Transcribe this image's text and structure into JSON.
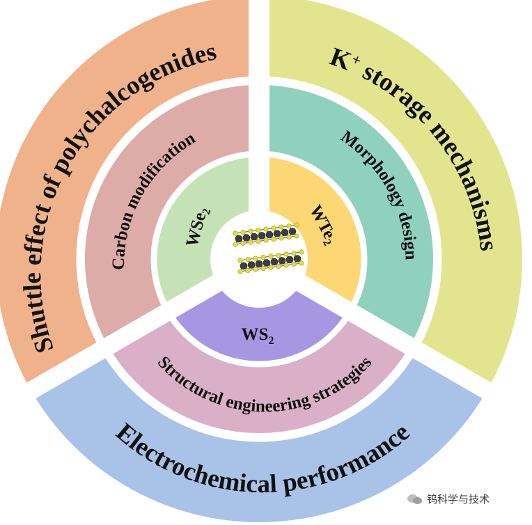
{
  "colors": {
    "outer_left": "#F0B28A",
    "outer_right": "#E3E48E",
    "outer_bottom": "#A8C3E7",
    "middle_left": "#DDABA8",
    "middle_right": "#8FD1BD",
    "middle_bottom": "#D9B0C8",
    "inner_left": "#C5E2B6",
    "inner_right": "#FCD773",
    "inner_bottom": "#A697E3",
    "separator": "#FFFFFF"
  },
  "outer_ring": {
    "left": "Shuttle effect of polychalcogenides",
    "right_main": "K",
    "right_sup": "+",
    "right_rest": " storage mechanisms",
    "bottom": "Electrochemical performance"
  },
  "middle_ring": {
    "left": "Carbon modification",
    "right": "Morphology design",
    "bottom": "Structural engineering strategies"
  },
  "inner_ring": {
    "left_main": "WSe",
    "left_sub": "2",
    "right_main": "WTe",
    "right_sub": "2",
    "bottom_main": "WS",
    "bottom_sub": "2"
  },
  "center": {
    "icon": "ws2-layered-crystal-structure-icon"
  },
  "watermark": {
    "icon": "wechat-icon",
    "text": "钨科学与技术"
  }
}
